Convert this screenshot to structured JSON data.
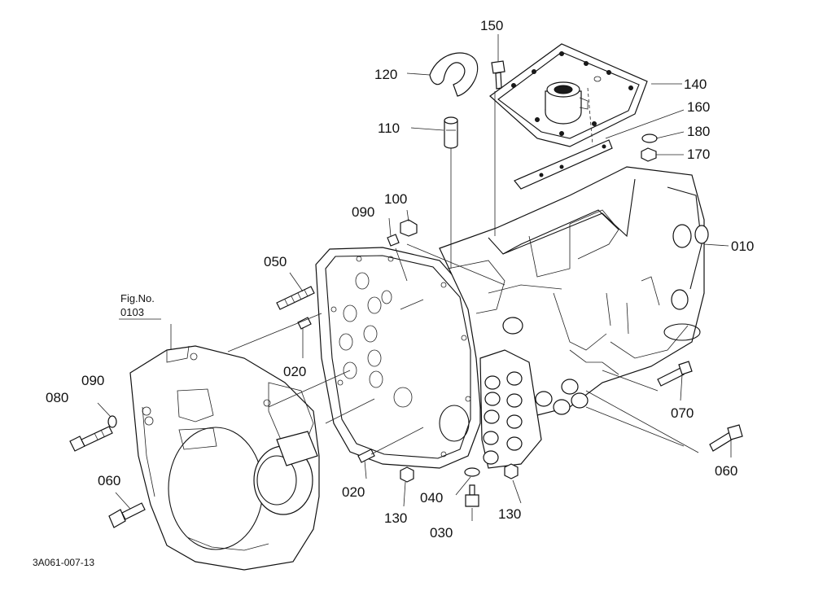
{
  "labels": {
    "p010": "010",
    "p020a": "020",
    "p020b": "020",
    "p030": "030",
    "p040": "040",
    "p050": "050",
    "p060a": "060",
    "p060b": "060",
    "p070": "070",
    "p080": "080",
    "p090a": "090",
    "p090b": "090",
    "p100": "100",
    "p110": "110",
    "p120": "120",
    "p130a": "130",
    "p130b": "130",
    "p140": "140",
    "p150": "150",
    "p160": "160",
    "p170": "170",
    "p180": "180"
  },
  "figref": {
    "title": "Fig.No.",
    "number": "0103"
  },
  "drawing_code": "3A061-007-13"
}
